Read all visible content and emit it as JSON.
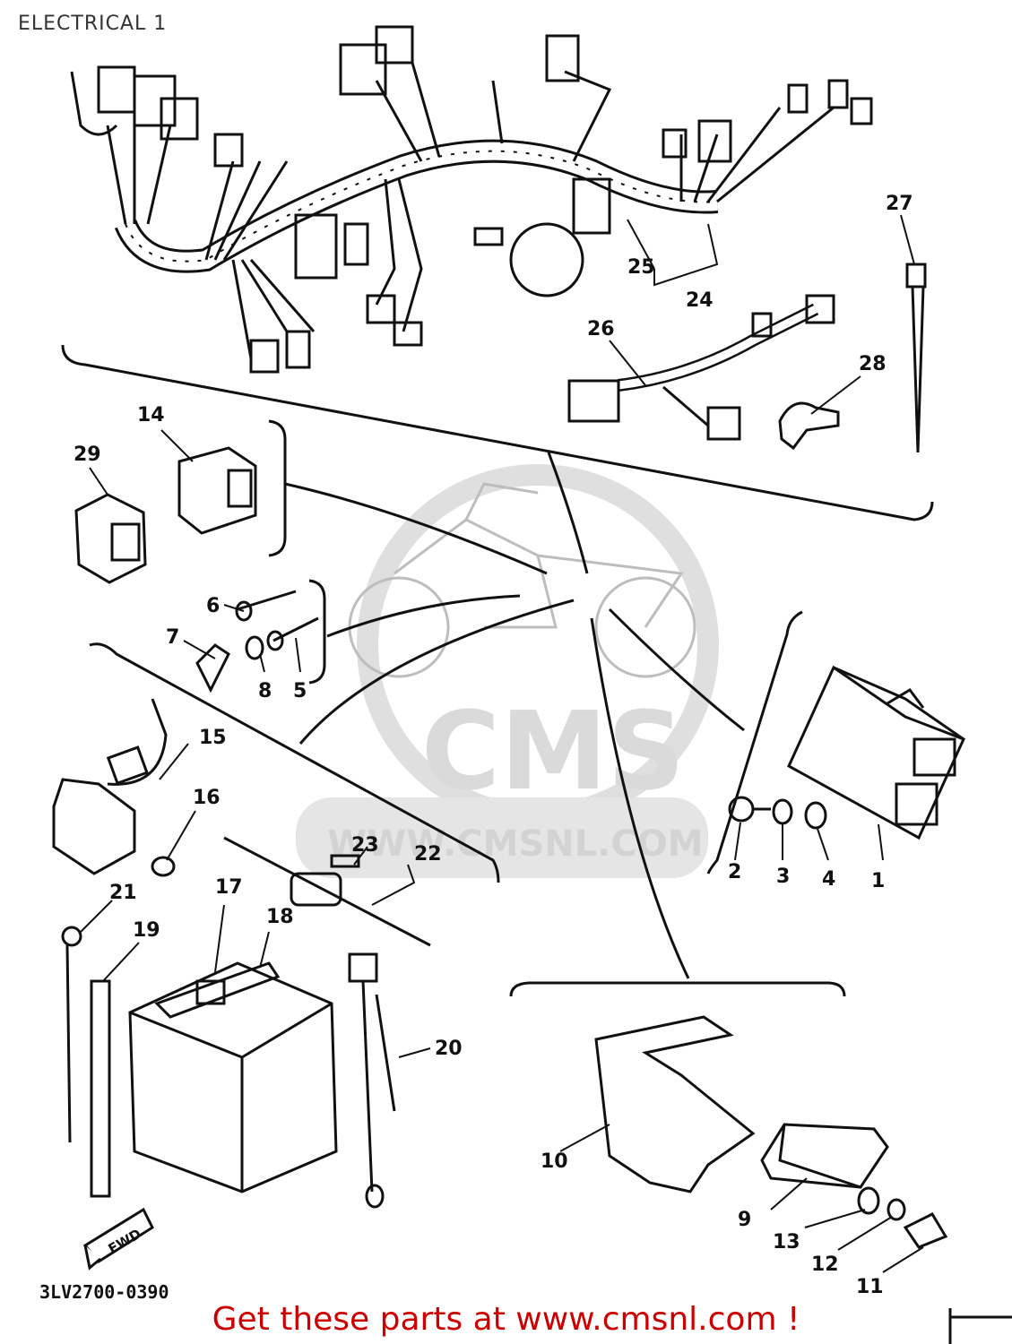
{
  "page": {
    "title": "ELECTRICAL 1",
    "part_code": "3LV2700-0390",
    "cta_text": "Get these parts at www.cmsnl.com !",
    "cta_color": "#cc0000",
    "watermark_text": "CMS",
    "watermark_url": "WWW.CMSNL.COM",
    "fwd_label": "FWD"
  },
  "callouts": [
    "1",
    "2",
    "3",
    "4",
    "5",
    "6",
    "7",
    "8",
    "9",
    "10",
    "11",
    "12",
    "13",
    "14",
    "15",
    "16",
    "17",
    "18",
    "19",
    "20",
    "21",
    "22",
    "23",
    "24",
    "25",
    "26",
    "27",
    "28",
    "29"
  ],
  "colors": {
    "line": "#111111",
    "watermark": "#d9d9d9",
    "text": "#111111"
  }
}
